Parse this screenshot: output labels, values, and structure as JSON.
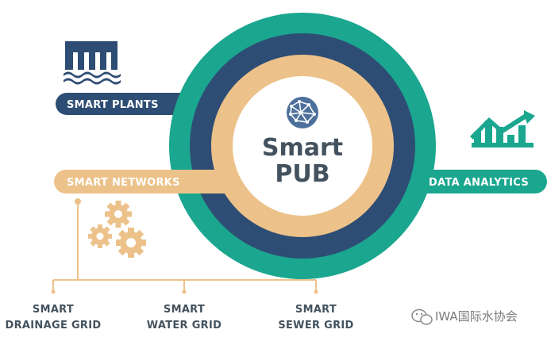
{
  "center": {
    "title_line1": "Smart",
    "title_line2": "PUB",
    "icon": "globe-network-icon"
  },
  "branches": {
    "plants": {
      "label": "SMART PLANTS",
      "icon": "water-plant-icon"
    },
    "networks": {
      "label": "SMART NETWORKS",
      "icon": "gears-icon"
    },
    "analytics": {
      "label": "DATA ANALYTICS",
      "icon": "bar-chart-trend-icon"
    }
  },
  "grids": [
    {
      "line1": "SMART",
      "line2": "DRAINAGE GRID"
    },
    {
      "line1": "SMART",
      "line2": "WATER GRID"
    },
    {
      "line1": "SMART",
      "line2": "SEWER GRID"
    }
  ],
  "watermark": {
    "text": "IWA国际水协会",
    "icon": "wechat-icon"
  },
  "colors": {
    "teal": "#1aa68f",
    "navy": "#2e4d74",
    "tan": "#ecc28a",
    "text_dark": "#43525e",
    "white": "#ffffff"
  }
}
